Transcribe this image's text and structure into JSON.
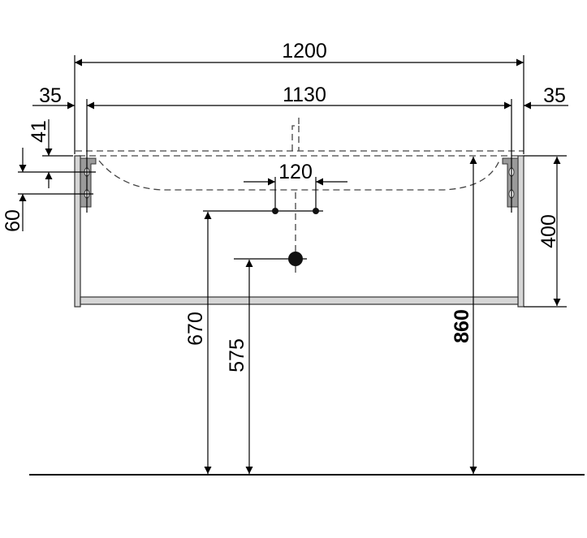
{
  "title": "Vanity unit with washbasin – dimension drawing",
  "dimensions": {
    "overall_width": "1200",
    "inner_width": "1130",
    "left_offset": "35",
    "right_offset": "35",
    "bracket_top": "41",
    "bracket_hole_spacing": "60",
    "tap_hole_spacing": "120",
    "cabinet_height": "400",
    "supply_height": "670",
    "drain_height": "575",
    "top_height": "860"
  },
  "colors": {
    "line": "#000000",
    "panel": "#d6d6d6"
  }
}
